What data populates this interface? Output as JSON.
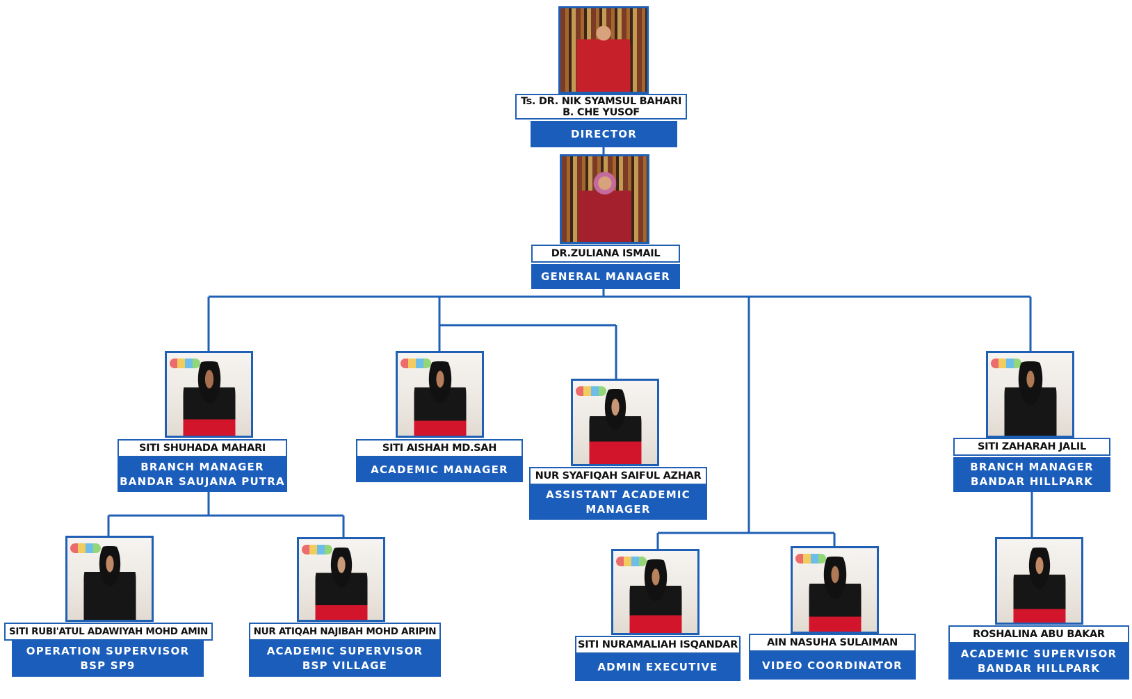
{
  "chart": {
    "colors": {
      "accent": "#1a5dbb",
      "line": "#1f5fb4",
      "name_bg": "#ffffff"
    },
    "nodes": [
      {
        "id": "director",
        "name": "Ts. DR. NIK SYAMSUL BAHARI\nB. CHE YUSOF",
        "title": "DIRECTOR"
      },
      {
        "id": "general-manager",
        "name": "DR.ZULIANA ISMAIL",
        "title": "GENERAL MANAGER"
      },
      {
        "id": "branch-manager-bsp",
        "name": "SITI SHUHADA MAHARI",
        "title": "BRANCH MANAGER\nBANDAR SAUJANA PUTRA"
      },
      {
        "id": "academic-manager",
        "name": "SITI AISHAH MD.SAH",
        "title": "ACADEMIC MANAGER"
      },
      {
        "id": "assistant-academic-manager",
        "name": "NUR SYAFIQAH SAIFUL AZHAR",
        "title": "ASSISTANT ACADEMIC\nMANAGER"
      },
      {
        "id": "branch-manager-hillpark",
        "name": "SITI ZAHARAH JALIL",
        "title": "BRANCH MANAGER\nBANDAR HILLPARK"
      },
      {
        "id": "operation-supervisor",
        "name": "SITI RUBI'ATUL ADAWIYAH MOHD AMIN",
        "title": "OPERATION SUPERVISOR\nBSP SP9"
      },
      {
        "id": "academic-supervisor-village",
        "name": "NUR ATIQAH NAJIBAH MOHD ARIPIN",
        "title": "ACADEMIC SUPERVISOR\nBSP VILLAGE"
      },
      {
        "id": "admin-executive",
        "name": "SITI NURAMALIAH ISQANDAR",
        "title": "ADMIN EXECUTIVE"
      },
      {
        "id": "video-coordinator",
        "name": "AIN NASUHA SULAIMAN",
        "title": "VIDEO COORDINATOR"
      },
      {
        "id": "academic-supervisor-hillpark",
        "name": "ROSHALINA ABU BAKAR",
        "title": "ACADEMIC SUPERVISOR\nBANDAR HILLPARK"
      }
    ]
  }
}
